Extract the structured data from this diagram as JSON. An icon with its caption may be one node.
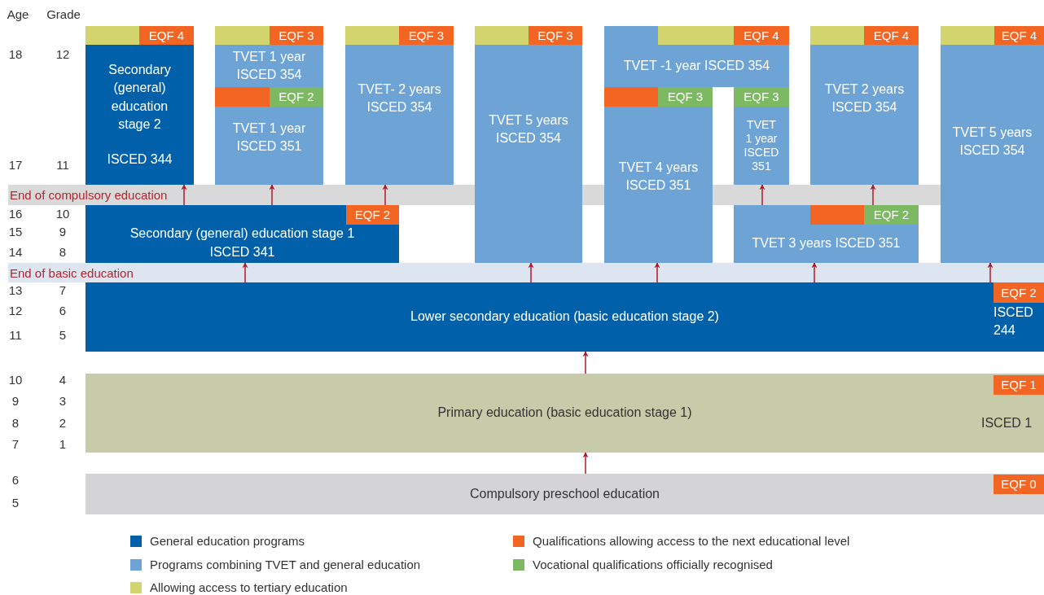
{
  "diagram": {
    "nodes": [
      {
        "text": [],
        "shape": "bar"
      },
      {
        "text": [
          "EQF 4"
        ]
      },
      {
        "text": [],
        "shape": "bar"
      },
      {
        "text": [
          "EQF 3"
        ]
      },
      {
        "text": [],
        "shape": "bar"
      },
      {
        "text": [
          "EQF 3"
        ]
      },
      {
        "text": [],
        "shape": "bar"
      },
      {
        "text": [
          "EQF 3"
        ]
      },
      {
        "text": [
          "TVET -1 year ISCED 354"
        ]
      },
      {
        "text": [],
        "shape": "bar",
        "in": 8
      },
      {
        "text": [
          "EQF 4"
        ],
        "in": 8
      },
      {
        "text": [],
        "shape": "bar"
      },
      {
        "text": [
          "EQF 4"
        ]
      },
      {
        "text": [],
        "shape": "bar"
      },
      {
        "text": [
          "EQF 4"
        ]
      },
      {
        "text": [
          "Secondary (general) education stage 2",
          "ISCED 344"
        ]
      },
      {
        "text": [
          "TVET 1 year",
          "ISCED 354"
        ]
      },
      {
        "text": [],
        "shape": "bar"
      },
      {
        "text": [
          "EQF 2"
        ]
      },
      {
        "text": [
          "TVET- 2 years",
          "ISCED 354"
        ]
      },
      {
        "text": [
          "TVET 5 years",
          "ISCED 354"
        ]
      },
      {
        "text": [],
        "shape": "bar"
      },
      {
        "text": [
          "EQF 3"
        ]
      },
      {
        "text": [
          "EQF 3"
        ]
      },
      {
        "text": [
          "TVET 2 years",
          "ISCED 354"
        ]
      },
      {
        "text": [
          "TVET 5 years",
          "ISCED 354"
        ]
      },
      {
        "text": [
          "TVET 1 year",
          "ISCED 351"
        ]
      },
      {
        "text": [
          "TVET 4 years",
          "ISCED 351"
        ]
      },
      {
        "text": [
          "TVET 1 year",
          "ISCED 351"
        ]
      },
      {
        "text": [
          "End of compulsory education"
        ]
      },
      {
        "text": [
          "Secondary (general) education stage 1",
          "ISCED 341"
        ]
      },
      {
        "text": [
          "EQF 2"
        ],
        "in": 30
      },
      {
        "text": [
          "TVET 3 years ISCED 351"
        ]
      },
      {
        "text": [],
        "shape": "bar",
        "in": 32
      },
      {
        "text": [
          "EQF 2"
        ],
        "in": 32
      },
      {
        "text": [
          "End of basic education"
        ]
      },
      {
        "text": [
          "Lower secondary education (basic education stage 2)",
          "ISCED 244"
        ]
      },
      {
        "text": [
          "EQF 2"
        ],
        "in": 36
      },
      {
        "text": [
          "Primary education (basic education stage 1)",
          "ISCED 1"
        ]
      },
      {
        "text": [
          "EQF 1"
        ],
        "in": 38
      },
      {
        "text": [
          "Compulsory preschool education"
        ]
      },
      {
        "text": [
          "EQF 0"
        ],
        "in": 40
      }
    ],
    "edges": [
      {
        "from": 40,
        "to": 38,
        "arrow": "to"
      },
      {
        "from": 38,
        "to": 36,
        "arrow": "to"
      },
      {
        "from": 36,
        "to": 30,
        "arrow": "to"
      },
      {
        "from": 36,
        "to": 20,
        "arrow": "to"
      },
      {
        "from": 36,
        "to": 27,
        "arrow": "to"
      },
      {
        "from": 36,
        "to": 32,
        "arrow": "to"
      },
      {
        "from": 36,
        "to": 25,
        "arrow": "to"
      },
      {
        "from": 30,
        "to": 15,
        "arrow": "to"
      },
      {
        "from": 30,
        "to": 26,
        "arrow": "to"
      },
      {
        "from": 30,
        "to": 19,
        "arrow": "to"
      },
      {
        "from": 32,
        "to": 28,
        "arrow": "to"
      },
      {
        "from": 32,
        "to": 24,
        "arrow": "to"
      }
    ],
    "labels": [
      "Age",
      "Grade",
      "18",
      "12",
      "17",
      "11",
      "16",
      "10",
      "15",
      "9",
      "14",
      "8",
      "13",
      "7",
      "12",
      "6",
      "11",
      "5",
      "10",
      "4",
      "9",
      "3",
      "8",
      "2",
      "7",
      "1",
      "6",
      "5"
    ],
    "legend": [
      {
        "text": "General education programs",
        "color": "#0060a9"
      },
      {
        "text": "Qualifications allowing access to the next educational level",
        "color": "#f26522"
      },
      {
        "text": "Programs combining TVET and general education",
        "color": "#6ea3d6"
      },
      {
        "text": "Vocational qualifications officially recognised",
        "color": "#7db863"
      },
      {
        "text": "Allowing access to tertiary education",
        "color": "#d2d56e"
      }
    ]
  }
}
